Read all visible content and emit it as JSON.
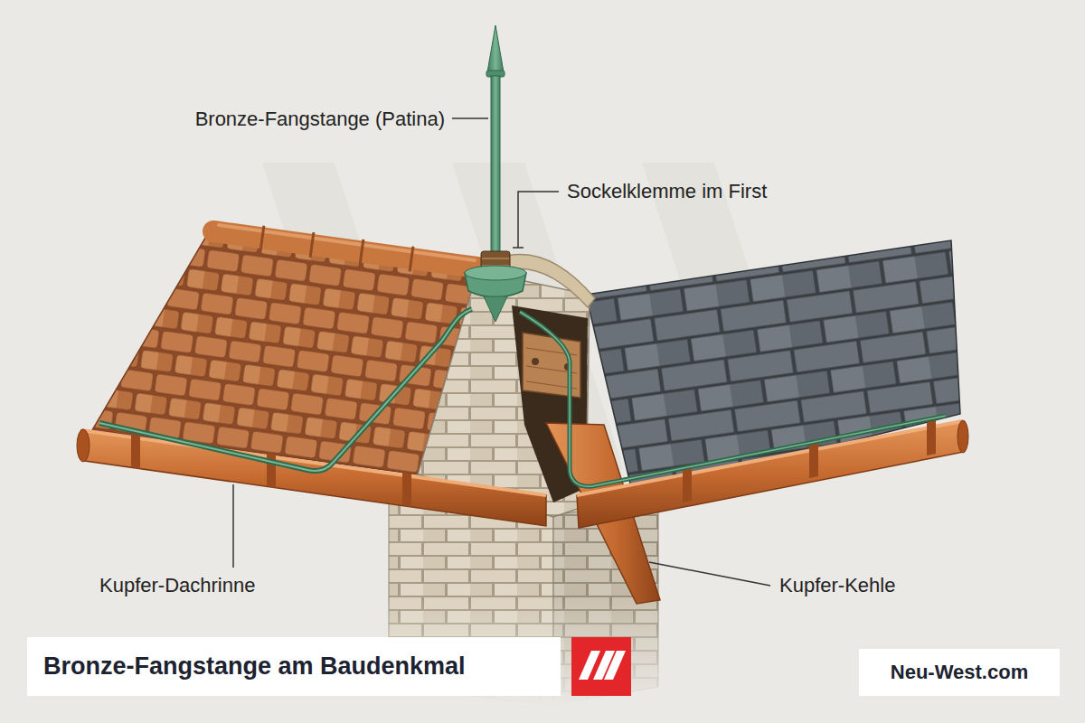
{
  "diagram": {
    "title": "Bronze-Fangstange am Baudenkmal",
    "nodes": [
      {
        "text": [
          "Neu-West.com"
        ]
      }
    ],
    "labels": [
      "Bronze-Fangstange (Patina)",
      "Sockelklemme im First",
      "Kupfer-Dachrinne",
      "Kupfer-Kehle"
    ]
  }
}
